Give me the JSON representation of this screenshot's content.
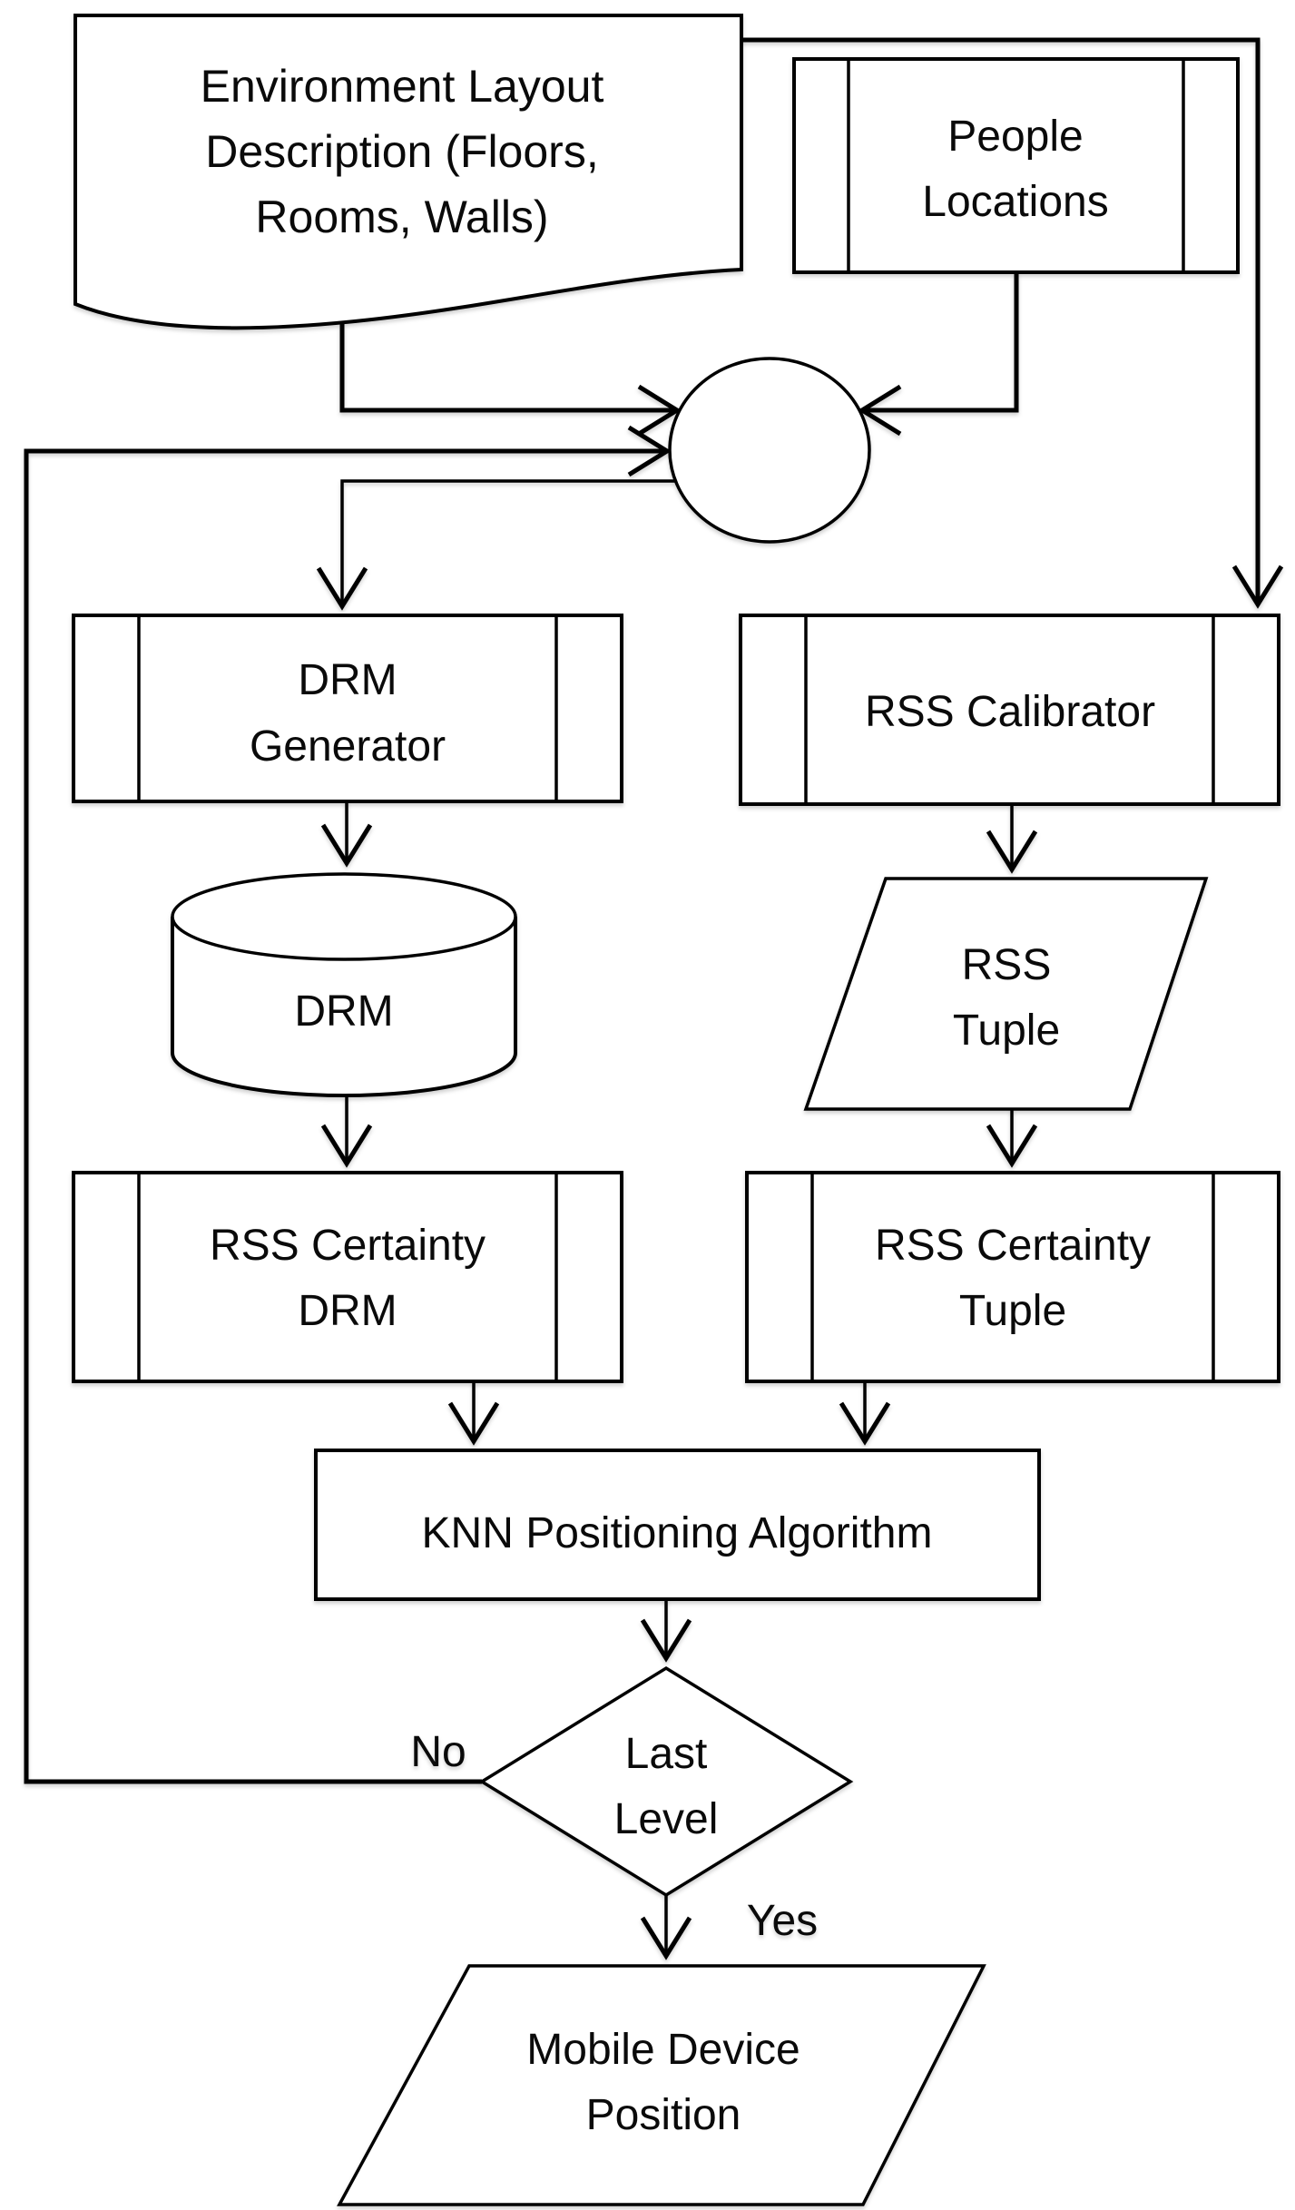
{
  "diagram": {
    "background_color": "#ffffff",
    "stroke_color": "#000000",
    "text_color": "#0a0a0a",
    "nodes": {
      "environment_layout": {
        "shape": "document",
        "lines": [
          "Environment Layout",
          "Description (Floors,",
          "Rooms, Walls)"
        ]
      },
      "people_locations": {
        "shape": "predefined-process",
        "lines": [
          "People",
          "Locations"
        ]
      },
      "junction": {
        "shape": "connector-circle",
        "lines": []
      },
      "drm_generator": {
        "shape": "predefined-process",
        "lines": [
          "DRM",
          "Generator"
        ]
      },
      "rss_calibrator": {
        "shape": "predefined-process",
        "lines": [
          "RSS Calibrator"
        ]
      },
      "drm_database": {
        "shape": "cylinder",
        "lines": [
          "DRM"
        ]
      },
      "rss_tuple": {
        "shape": "parallelogram",
        "lines": [
          "RSS",
          "Tuple"
        ]
      },
      "rss_certainty_drm": {
        "shape": "predefined-process",
        "lines": [
          "RSS Certainty",
          "DRM"
        ]
      },
      "rss_certainty_tuple": {
        "shape": "predefined-process",
        "lines": [
          "RSS Certainty",
          "Tuple"
        ]
      },
      "knn_positioning_algorithm": {
        "shape": "process",
        "lines": [
          "KNN Positioning Algorithm"
        ]
      },
      "last_level": {
        "shape": "decision",
        "lines": [
          "Last",
          "Level"
        ]
      },
      "mobile_device_position": {
        "shape": "parallelogram",
        "lines": [
          "Mobile Device",
          "Position"
        ]
      }
    },
    "edge_labels": {
      "no": "No",
      "yes": "Yes"
    }
  }
}
